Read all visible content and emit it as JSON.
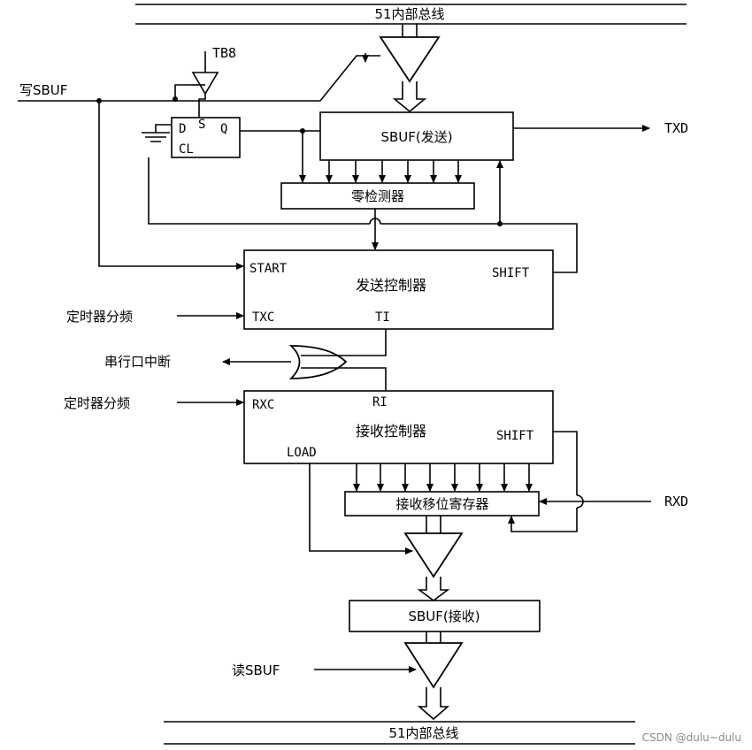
{
  "bus": {
    "top": "51内部总线",
    "bottom": "51内部总线"
  },
  "signals": {
    "tb8": "TB8",
    "write_sbuf": "写SBUF",
    "txd": "TXD",
    "timer_div_tx": "定时器分频",
    "serial_int": "串行口中断",
    "timer_div_rx": "定时器分频",
    "rxd": "RXD",
    "read_sbuf": "读SBUF"
  },
  "dff": {
    "d": "D",
    "s": "S",
    "q": "Q",
    "cl": "CL"
  },
  "blocks": {
    "sbuf_tx": "SBUF(发送)",
    "zero_detector": "零检测器",
    "tx_controller": {
      "title": "发送控制器",
      "start": "START",
      "shift": "SHIFT",
      "txc": "TXC",
      "ti": "TI"
    },
    "rx_controller": {
      "title": "接收控制器",
      "rxc": "RXC",
      "ri": "RI",
      "shift": "SHIFT",
      "load": "LOAD"
    },
    "rx_shift_reg": "接收移位寄存器",
    "sbuf_rx": "SBUF(接收)"
  },
  "watermark": "CSDN @dulu~dulu"
}
